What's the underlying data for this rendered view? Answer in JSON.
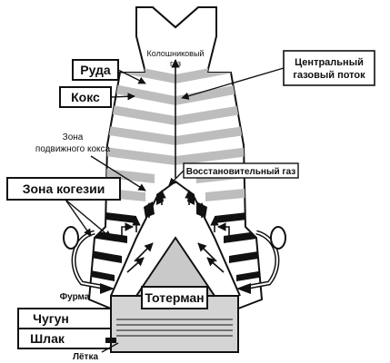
{
  "labels": {
    "top_gas": [
      "Колошниковый",
      "газ"
    ],
    "central_flow": [
      "Центральный",
      "газовый поток"
    ],
    "ore": "Руда",
    "coke": "Кокс",
    "mobile_coke": [
      "Зона",
      "подвижного кокса"
    ],
    "reducing_gas": "Восстановительный газ",
    "cohesion_zone": "Зона когезии",
    "tuyere": "Фурма",
    "deadman": "Тотерман",
    "hot_metal": "Чугун",
    "slag": "Шлак",
    "taphole": "Лётка"
  },
  "colors": {
    "outline": "#111111",
    "ore_layer": "#bdbdbd",
    "cohesive_layer": "#111111",
    "deadman_fill": "#c9c9c9",
    "hearth_fill": "#d4d4d4",
    "background": "#ffffff"
  }
}
